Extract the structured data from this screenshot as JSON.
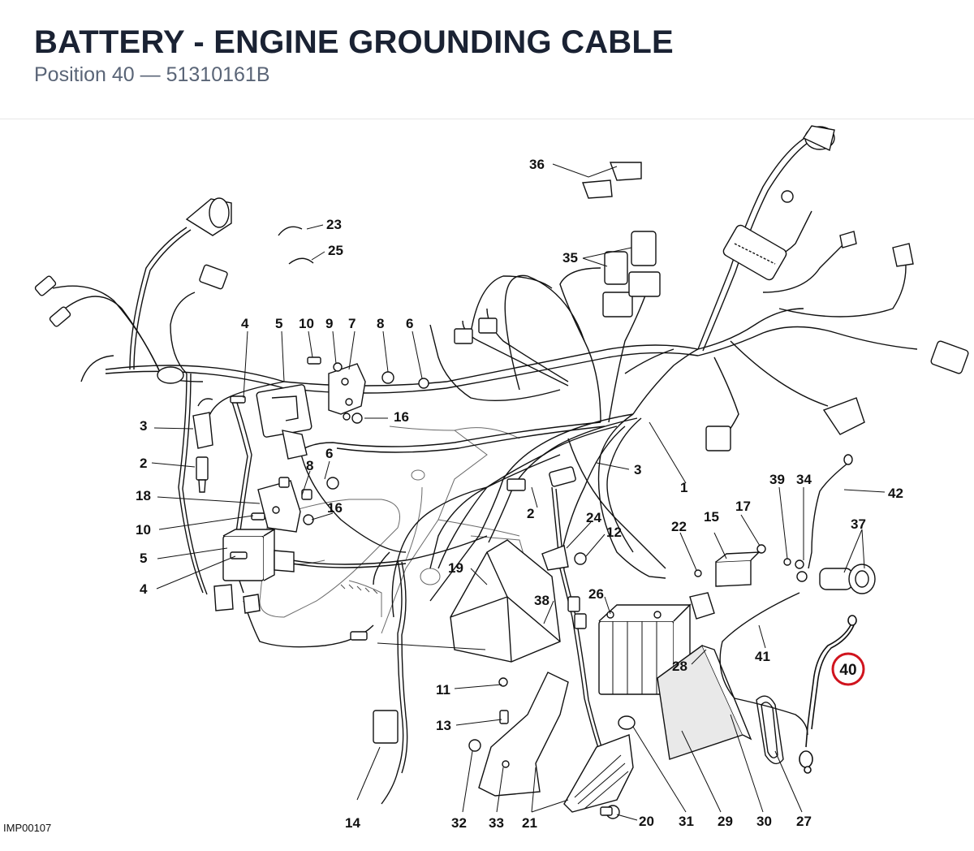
{
  "header": {
    "title": "BATTERY - ENGINE GROUNDING CABLE",
    "subtitle": "Position 40 — 51310161B"
  },
  "diagram": {
    "image_code": "IMP00107",
    "highlight_color": "#d0141e",
    "highlighted": "40",
    "callouts": {
      "c1": "1",
      "c2a": "2",
      "c2b": "2",
      "c3a": "3",
      "c3b": "3",
      "c4a": "4",
      "c4b": "4",
      "c5a": "5",
      "c5b": "5",
      "c6a": "6",
      "c6b": "6",
      "c7": "7",
      "c8a": "8",
      "c8b": "8",
      "c9": "9",
      "c10a": "10",
      "c10b": "10",
      "c11": "11",
      "c12": "12",
      "c13": "13",
      "c14": "14",
      "c15": "15",
      "c16a": "16",
      "c16b": "16",
      "c17": "17",
      "c18": "18",
      "c19": "19",
      "c20": "20",
      "c21": "21",
      "c22": "22",
      "c23": "23",
      "c24": "24",
      "c25": "25",
      "c26": "26",
      "c27": "27",
      "c28": "28",
      "c29": "29",
      "c30": "30",
      "c31": "31",
      "c32": "32",
      "c33": "33",
      "c34": "34",
      "c35": "35",
      "c36": "36",
      "c37": "37",
      "c38": "38",
      "c39": "39",
      "c40": "40",
      "c41": "41",
      "c42": "42"
    }
  }
}
